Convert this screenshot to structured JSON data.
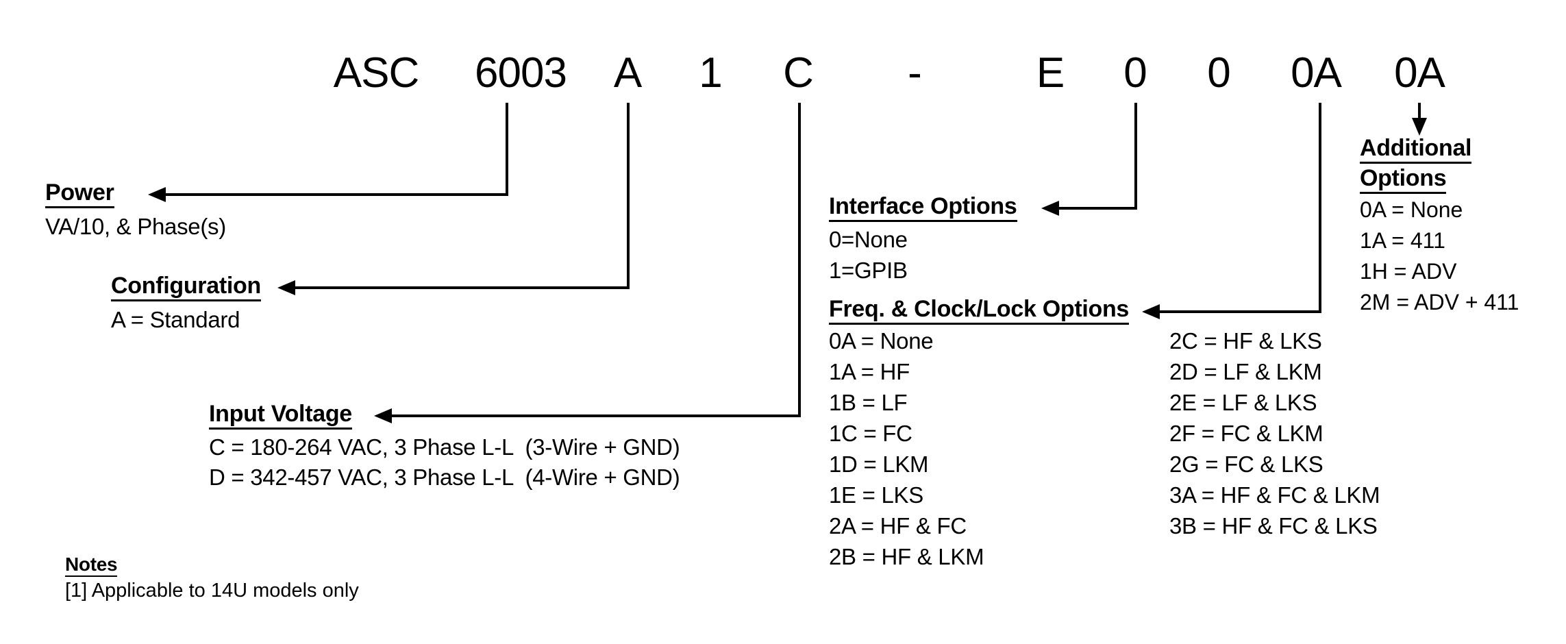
{
  "model": {
    "full_code": "ASC 6003 A 1 C - E 0 0 0A 0A",
    "segments": [
      "ASC",
      "6003",
      "A",
      "1",
      "C",
      "-",
      "E",
      "0",
      "0",
      "0A",
      "0A"
    ]
  },
  "sections": {
    "power": {
      "title": "Power",
      "description": "VA/10, & Phase(s)"
    },
    "configuration": {
      "title": "Configuration",
      "options": [
        "A = Standard"
      ]
    },
    "input_voltage": {
      "title": "Input Voltage",
      "options": [
        "C = 180-264 VAC, 3 Phase L-L  (3-Wire + GND)",
        "D = 342-457 VAC, 3 Phase L-L  (4-Wire + GND)"
      ]
    },
    "interface": {
      "title": "Interface Options",
      "options": [
        "0=None",
        "1=GPIB"
      ]
    },
    "freq_clock_lock": {
      "title": "Freq. & Clock/Lock Options",
      "col1": [
        "0A = None",
        "1A = HF",
        "1B = LF",
        "1C = FC",
        "1D = LKM",
        "1E = LKS",
        "2A = HF & FC",
        "2B = HF & LKM"
      ],
      "col2": [
        "2C = HF & LKS",
        "2D = LF & LKM",
        "2E = LF & LKS",
        "2F = FC & LKM",
        "2G = FC & LKS",
        "3A = HF & FC & LKM",
        "3B = HF & FC & LKS"
      ]
    },
    "additional": {
      "title_line1": "Additional",
      "title_line2": "Options",
      "options": [
        "0A = None",
        "1A = 411",
        "1H = ADV",
        "2M = ADV + 411"
      ]
    },
    "notes": {
      "title": "Notes",
      "items": [
        "[1] Applicable to 14U models only"
      ]
    }
  },
  "colors": {
    "background": "#ffffff",
    "text": "#000000",
    "line": "#000000"
  }
}
